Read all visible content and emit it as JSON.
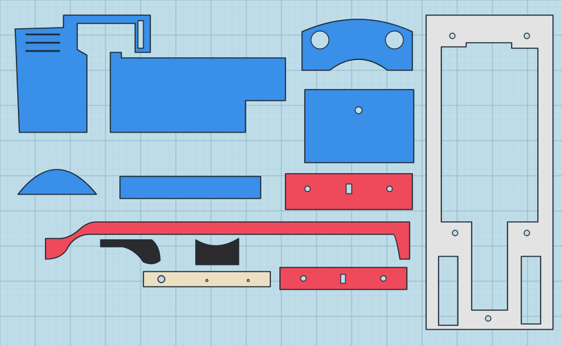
{
  "workplane": {
    "background": "#bfdde8",
    "minor_grid_color": "#a9cbd8",
    "major_grid_color": "#8fb6c5"
  },
  "colors": {
    "blue": "#3a8fe8",
    "red": "#ee4a5c",
    "black": "#2b2b2e",
    "tan": "#ecdfc2",
    "gray": "#e3e3e3",
    "outline": "#1d2a36"
  },
  "parts": [
    {
      "name": "blue-vent-bracket",
      "color": "blue"
    },
    {
      "name": "blue-base-plate",
      "color": "blue"
    },
    {
      "name": "blue-arched-plate",
      "color": "blue"
    },
    {
      "name": "blue-square-plate",
      "color": "blue"
    },
    {
      "name": "blue-dome-piece",
      "color": "blue"
    },
    {
      "name": "blue-bar",
      "color": "blue"
    },
    {
      "name": "red-slotted-bar-upper",
      "color": "red"
    },
    {
      "name": "red-long-rail",
      "color": "red"
    },
    {
      "name": "black-cam-piece",
      "color": "black"
    },
    {
      "name": "black-saddle-piece",
      "color": "black"
    },
    {
      "name": "tan-strip",
      "color": "tan"
    },
    {
      "name": "red-slotted-bar-lower",
      "color": "red"
    },
    {
      "name": "gray-frame-plate",
      "color": "gray"
    }
  ]
}
